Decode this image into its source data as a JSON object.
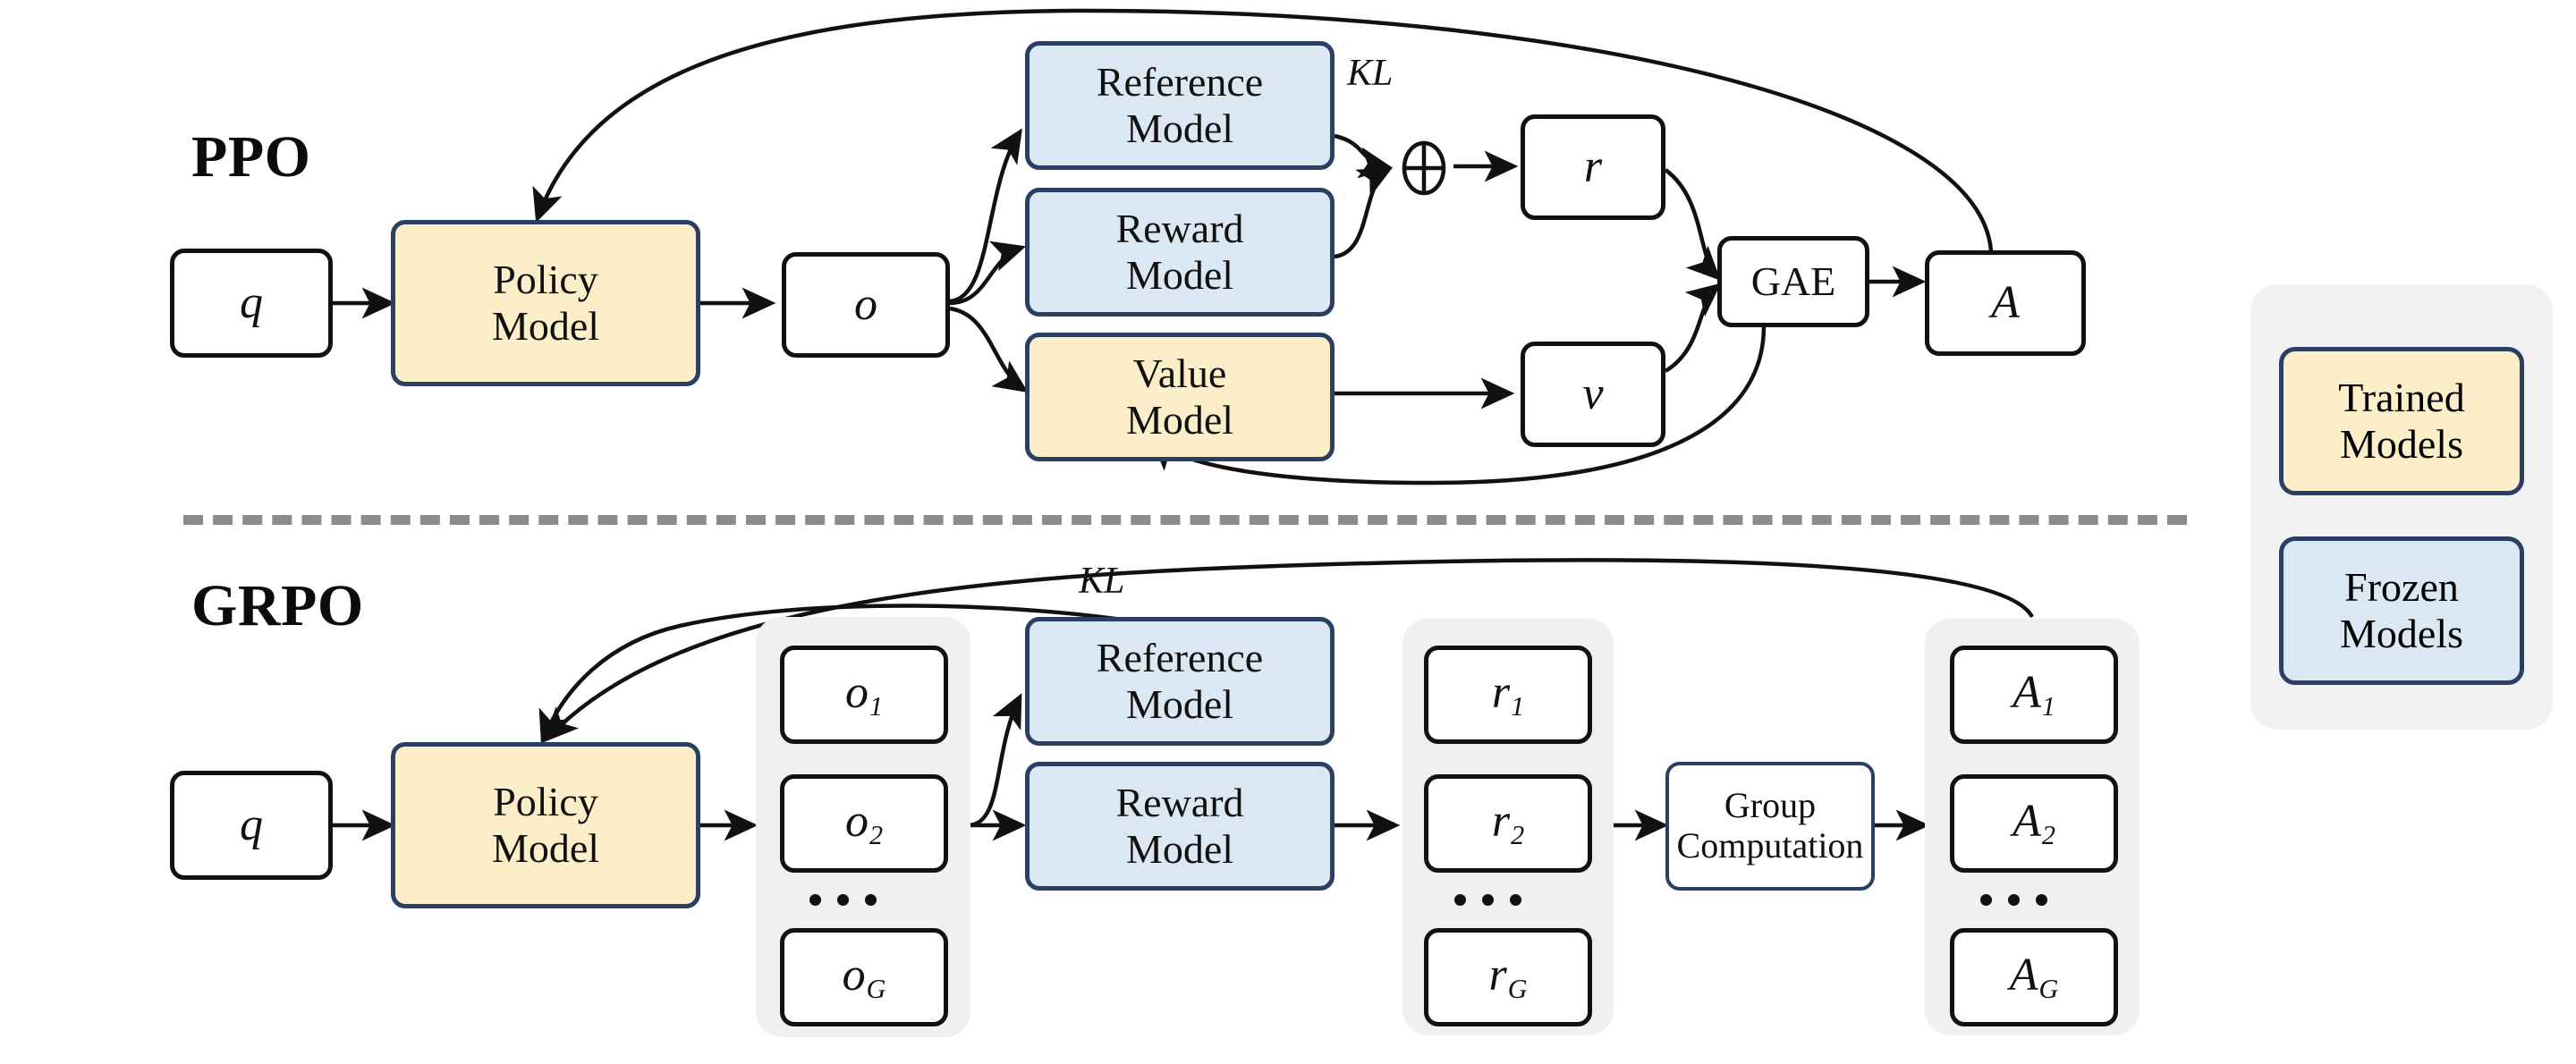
{
  "diagram": {
    "title_ppo": "PPO",
    "title_grpo": "GRPO"
  },
  "ppo": {
    "nodes": {
      "q": "q",
      "policy_model": "Policy\nModel",
      "policy_model_l1": "Policy",
      "policy_model_l2": "Model",
      "o": "o",
      "reference_model_l1": "Reference",
      "reference_model_l2": "Model",
      "reward_model_l1": "Reward",
      "reward_model_l2": "Model",
      "value_model_l1": "Value",
      "value_model_l2": "Model",
      "r": "r",
      "v": "v",
      "gae": "GAE",
      "a": "A"
    },
    "labels": {
      "kl": "KL",
      "oplus": "⊕"
    }
  },
  "grpo": {
    "nodes": {
      "q": "q",
      "policy_model_l1": "Policy",
      "policy_model_l2": "Model",
      "reference_model_l1": "Reference",
      "reference_model_l2": "Model",
      "reward_model_l1": "Reward",
      "reward_model_l2": "Model",
      "group_computation_l1": "Group",
      "group_computation_l2": "Computation"
    },
    "outputs": [
      {
        "base": "o",
        "sub": "1"
      },
      {
        "base": "o",
        "sub": "2"
      },
      {
        "base": "o",
        "sub": "G"
      }
    ],
    "rewards": [
      {
        "base": "r",
        "sub": "1"
      },
      {
        "base": "r",
        "sub": "2"
      },
      {
        "base": "r",
        "sub": "G"
      }
    ],
    "advantages": [
      {
        "base": "A",
        "sub": "1"
      },
      {
        "base": "A",
        "sub": "2"
      },
      {
        "base": "A",
        "sub": "G"
      }
    ],
    "labels": {
      "kl": "KL"
    }
  },
  "legend": {
    "trained_l1": "Trained",
    "trained_l2": "Models",
    "frozen_l1": "Frozen",
    "frozen_l2": "Models"
  },
  "colors": {
    "trained_fill": "#fbeec9",
    "frozen_fill": "#dce7f4",
    "model_border": "#2a3f63",
    "plain_border": "#111111",
    "group_fill": "#f0f0f0",
    "legend_fill": "#f1f1f1",
    "divider": "#8c8c8c",
    "edge": "#111111"
  }
}
